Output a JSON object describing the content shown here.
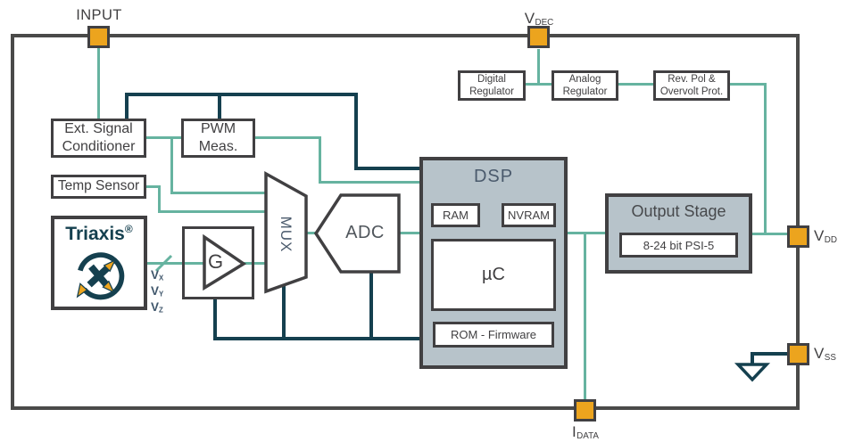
{
  "colors": {
    "teal": "#66b3a0",
    "navy": "#15404f",
    "orange": "#eca41e",
    "ink": "#414042",
    "slate": "#4a5a6c",
    "fill": "#b7c3ca",
    "frame": "#4a4a49",
    "labnavy": "#3f566b"
  },
  "pins": {
    "input": {
      "label": "INPUT"
    },
    "vdec": {
      "main": "V",
      "sub": "DEC"
    },
    "vdd": {
      "main": "V",
      "sub": "DD"
    },
    "vss": {
      "main": "V",
      "sub": "SS"
    },
    "idata": {
      "main": "I",
      "sub": "DATA"
    }
  },
  "signals": {
    "vx": {
      "main": "V",
      "sub": "X"
    },
    "vy": {
      "main": "V",
      "sub": "Y"
    },
    "vz": {
      "main": "V",
      "sub": "Z"
    }
  },
  "blocks": {
    "ext_signal": {
      "line1": "Ext. Signal",
      "line2": "Conditioner"
    },
    "pwm": {
      "line1": "PWM",
      "line2": "Meas."
    },
    "temp": {
      "label": "Temp Sensor"
    },
    "triaxis": {
      "label": "Triaxis",
      "reg": "®"
    },
    "gain": {
      "label": "G"
    },
    "mux": {
      "label": "MUX"
    },
    "adc": {
      "label": "ADC"
    },
    "dsp": {
      "title": "DSP",
      "ram": "RAM",
      "nvram": "NVRAM",
      "uc": "µC",
      "rom": "ROM - Firmware"
    },
    "output_stage": {
      "title": "Output Stage",
      "psi": "8-24 bit PSI-5"
    },
    "digital_reg": {
      "line1": "Digital",
      "line2": "Regulator"
    },
    "analog_reg": {
      "line1": "Analog",
      "line2": "Regulator"
    },
    "revpol": {
      "line1": "Rev. Pol &",
      "line2": "Overvolt Prot."
    }
  }
}
